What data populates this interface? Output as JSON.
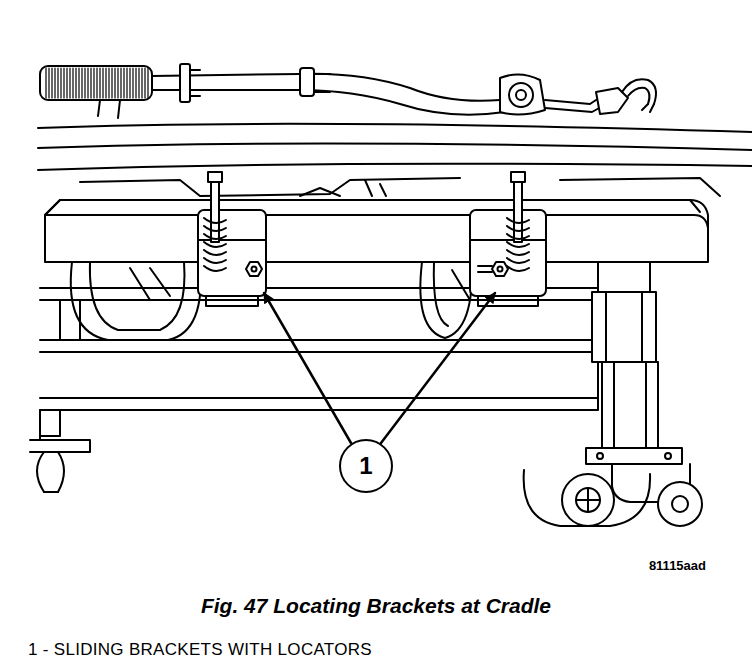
{
  "diagram": {
    "caption": "Fig. 47 Locating Brackets at Cradle",
    "nodes": [
      {
        "text": [
          "1"
        ]
      }
    ],
    "edges": [],
    "labels": [
      "81115aad",
      "1 - SLIDING BRACKETS WITH LOCATORS"
    ]
  }
}
